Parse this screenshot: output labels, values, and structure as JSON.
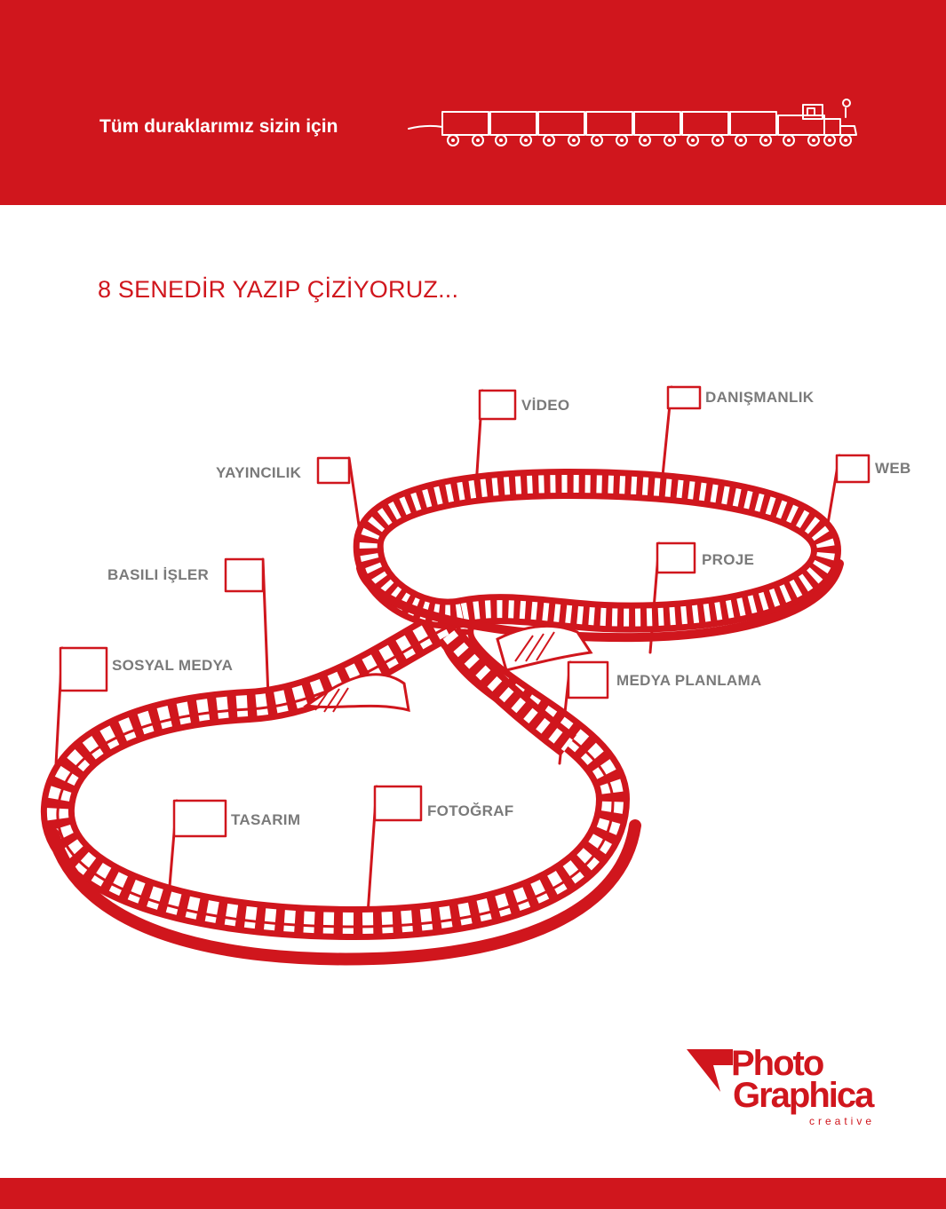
{
  "header": {
    "tagline": "Tüm duraklarımız sizin için"
  },
  "headline": "8 SENEDİR YAZIP ÇİZİYORUZ...",
  "flags": {
    "video": "VİDEO",
    "danismanlik": "DANIŞMANLIK",
    "web": "WEB",
    "yayincilik": "YAYINCILIK",
    "proje": "PROJE",
    "basili_isler": "BASILI İŞLER",
    "sosyal_medya": "SOSYAL MEDYA",
    "medya_planlama": "MEDYA PLANLAMA",
    "tasarim": "TASARIM",
    "fotograf": "FOTOĞRAF"
  },
  "logo": {
    "line1": "Photo",
    "line2": "Graphica",
    "sub": "creative"
  },
  "colors": {
    "brand_red": "#d0161d",
    "label_gray": "#7a7a7a",
    "background": "#ffffff"
  }
}
